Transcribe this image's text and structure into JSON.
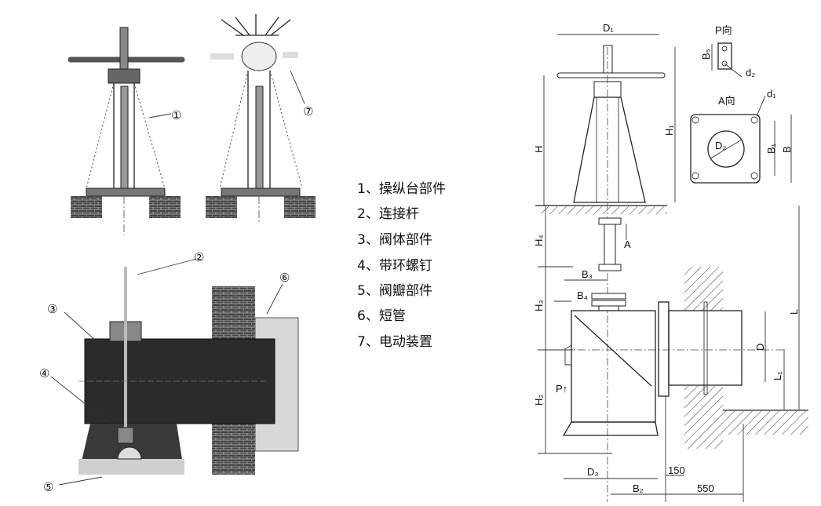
{
  "legend": [
    "1、操纵台部件",
    "2、连接杆",
    "3、阀体部件",
    "4、带环螺钉",
    "5、阀瓣部件",
    "6、短管",
    "7、电动装置"
  ],
  "callouts": {
    "c1": "①",
    "c2": "②",
    "c3": "③",
    "c4": "④",
    "c5": "⑤",
    "c6": "⑥",
    "c7": "⑦"
  },
  "dimensions": {
    "D1": "D₁",
    "P_view": "P向",
    "B5": "B₅",
    "d2": "d₂",
    "A_view": "A向",
    "d1": "d₁",
    "D2": "D₂",
    "B1": "B₁",
    "B": "B",
    "H": "H",
    "H1": "H₁",
    "H4": "H₄",
    "A": "A",
    "B3": "B₃",
    "B4": "B₄",
    "H3": "H₃",
    "D": "D",
    "L1": "L₁",
    "L": "L",
    "P": "P↑",
    "H2": "H₂",
    "D3": "D₃",
    "v150": "150",
    "B2": "B₂",
    "v550": "550"
  },
  "colors": {
    "ink": "#222222",
    "body_fill": "#2b2b2b",
    "brick": "#3a3a3a",
    "pipe": "#d8d8d8",
    "floor": "#e0e0e0"
  }
}
